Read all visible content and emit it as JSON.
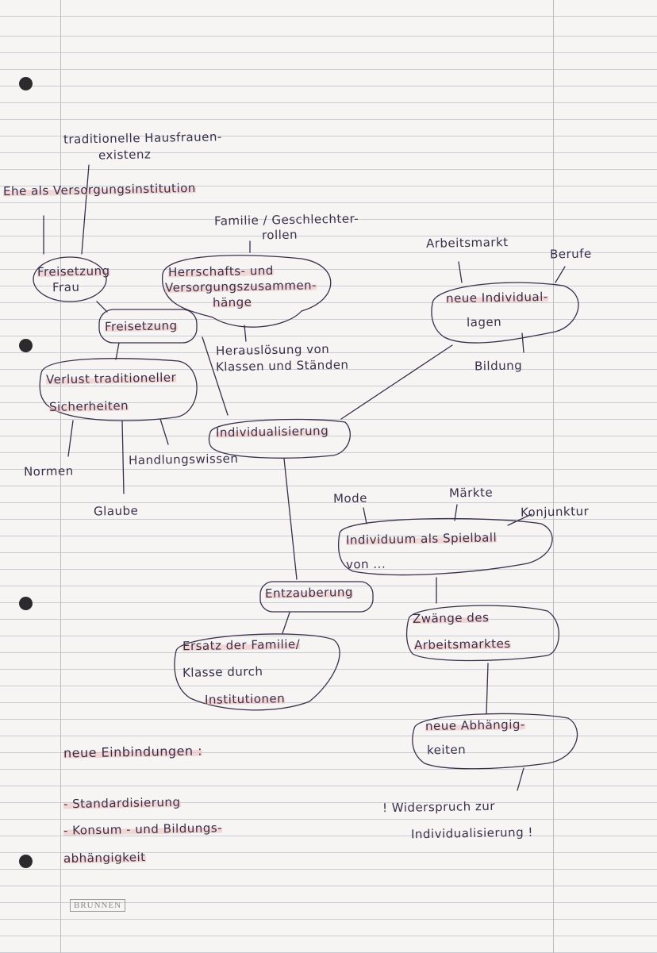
{
  "notes": {
    "top1": "traditionelle Hausfrauen-",
    "top2": "existenz",
    "ehe": "Ehe als Versorgungsinstitution",
    "familie1": "Familie / Geschlechter-",
    "familie2": "rollen",
    "freisetzung_frau1": "Freisetzung",
    "freisetzung_frau2": "Frau",
    "herrschaft1": "Herrschafts- und",
    "herrschaft2": "Versorgungszusammen-",
    "herrschaft3": "hänge",
    "freisetzung": "Freisetzung",
    "herausloesung1": "Herauslösung von",
    "herausloesung2": "Klassen und Ständen",
    "verlust1": "Verlust traditioneller",
    "verlust2": "Sicherheiten",
    "normen": "Normen",
    "handlungswissen": "Handlungswissen",
    "glaube": "Glaube",
    "individualisierung": "Individualisierung",
    "arbeitsmarkt": "Arbeitsmarkt",
    "berufe": "Berufe",
    "lagen1": "neue Individual-",
    "lagen2": "lagen",
    "bildung": "Bildung",
    "mode": "Mode",
    "maerkte": "Märkte",
    "konjunktur": "Konjunktur",
    "spielball1": "Individuum als Spielball",
    "spielball2": "von ...",
    "entzauberung": "Entzauberung",
    "zwaenge1": "Zwänge des",
    "zwaenge2": "Arbeitsmarktes",
    "ersatz1": "Ersatz der Familie/",
    "ersatz2": "Klasse durch",
    "ersatz3": "Institutionen",
    "abhaengig1": "neue Abhängig-",
    "abhaengig2": "keiten",
    "widerspruch1": "! Widerspruch zur",
    "widerspruch2": "Individualisierung !",
    "einbindungen": "neue Einbindungen :",
    "standard": "- Standardisierung",
    "konsum1": "- Konsum - und Bildungs-",
    "konsum2": "abhängigkeit"
  },
  "brand": "BRUNNEN",
  "colors": {
    "ink": "#3a2f4a",
    "highlight": "#f0bebe",
    "rule": "#c9cdd3"
  }
}
